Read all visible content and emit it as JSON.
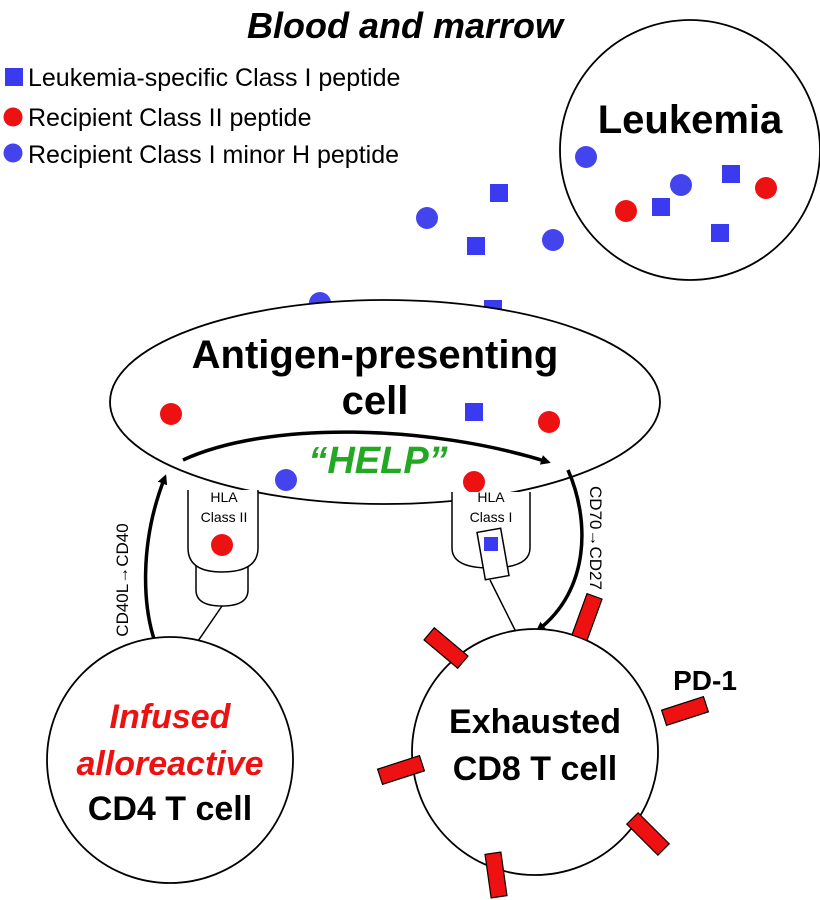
{
  "title": "Blood and marrow",
  "legend": [
    {
      "shape": "square",
      "color": "#3a3af0",
      "label": "Leukemia-specific Class I peptide"
    },
    {
      "shape": "circle",
      "color": "#ee1111",
      "label": "Recipient Class II peptide"
    },
    {
      "shape": "circle",
      "color": "#4444ee",
      "label": "Recipient Class I minor H peptide"
    }
  ],
  "leukemia_label": "Leukemia",
  "apc_label_line1": "Antigen-presenting",
  "apc_label_line2": "cell",
  "help_label": "“HELP”",
  "hla_class2_line1": "HLA",
  "hla_class2_line2": "Class II",
  "hla_class1_line1": "HLA",
  "hla_class1_line2": "Class I",
  "cd4_signal": "CD40L→CD40",
  "cd8_signal": "CD70→CD27",
  "cd4_cell_line1": "Infused",
  "cd4_cell_line2": "alloreactive",
  "cd4_cell_line3": "CD4 T cell",
  "cd8_cell_line1": "Exhausted",
  "cd8_cell_line2": "CD8 T cell",
  "pd1_label": "PD-1",
  "colors": {
    "blue": "#3a3af0",
    "red": "#ee1111",
    "help_green": "#22a822",
    "pd1_red": "#ee1111"
  }
}
